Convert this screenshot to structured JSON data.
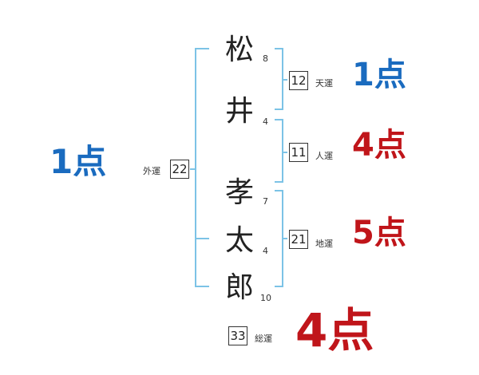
{
  "name": {
    "chars": [
      {
        "char": "松",
        "strokes": "8"
      },
      {
        "char": "井",
        "strokes": "4"
      },
      {
        "char": "孝",
        "strokes": "7"
      },
      {
        "char": "太",
        "strokes": "4"
      },
      {
        "char": "郎",
        "strokes": "10"
      }
    ]
  },
  "fortunes": {
    "gaiun": {
      "label": "外運",
      "value": "22",
      "score": "1点"
    },
    "tenun": {
      "label": "天運",
      "value": "12",
      "score": "1点"
    },
    "jinun": {
      "label": "人運",
      "value": "11",
      "score": "4点"
    },
    "chiun": {
      "label": "地運",
      "value": "21",
      "score": "5点"
    },
    "souun": {
      "label": "総運",
      "value": "33",
      "score": "4点"
    }
  },
  "colors": {
    "bracket": "#7cc3e6",
    "good": "#1a6bbf",
    "bad": "#c0151a"
  }
}
